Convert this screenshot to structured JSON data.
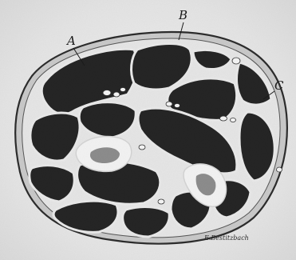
{
  "labels": {
    "a": "A",
    "b": "B",
    "c": "C"
  },
  "signature": "E.Bestitzbach"
}
